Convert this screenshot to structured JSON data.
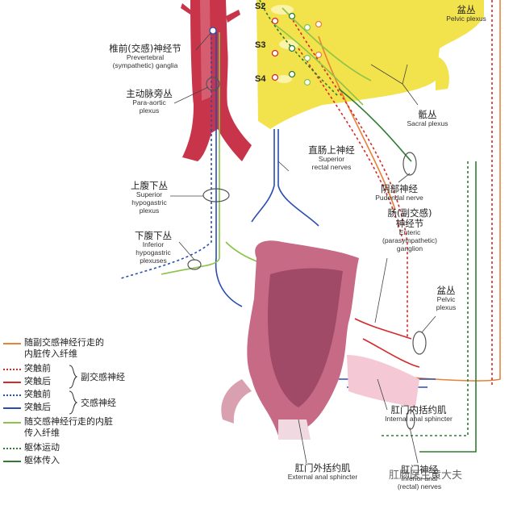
{
  "spinal_segments": [
    "S2",
    "S3",
    "S4"
  ],
  "labels": {
    "pelvic_plexus_top": {
      "cn": "盆丛",
      "en": "Pelvic plexus"
    },
    "prevertebral_ganglia": {
      "cn": "椎前(交感)神经节",
      "en1": "Prevertebral",
      "en2": "(sympathetic) ganglia"
    },
    "para_aortic_plexus": {
      "cn": "主动脉旁丛",
      "en1": "Para-aortic",
      "en2": "plexus"
    },
    "sacral_plexus": {
      "cn": "骶丛",
      "en": "Sacral plexus"
    },
    "superior_rectal_nerves": {
      "cn": "直肠上神经",
      "en1": "Superior",
      "en2": "rectal nerves"
    },
    "pudendal_nerve": {
      "cn": "阴部神经",
      "en": "Pudendal nerve"
    },
    "superior_hypogastric_plexus": {
      "cn": "上腹下丛",
      "en1": "Superior",
      "en2": "hypogastric",
      "en3": "plexus"
    },
    "enteric_ganglion": {
      "cn1": "肠(副交感)",
      "cn2": "神经节",
      "en1": "Enteric",
      "en2": "(parasympathetic)",
      "en3": "ganglion"
    },
    "inferior_hypogastric_plexuses": {
      "cn": "下腹下丛",
      "en1": "Inferior",
      "en2": "hypogastric",
      "en3": "plexuses"
    },
    "pelvic_plexus_right": {
      "cn": "盆丛",
      "en1": "Pelvic",
      "en2": "plexus"
    },
    "internal_anal_sphincter": {
      "cn": "肛门内括约肌",
      "en": "Internal anal sphincter"
    },
    "external_anal_sphincter": {
      "cn": "肛门外括约肌",
      "en": "External anal sphincter"
    },
    "inferior_anal_nerves": {
      "cn": "肛门神经",
      "en1": "Inferior anal",
      "en2": "(rectal) nerves"
    }
  },
  "legend": {
    "items": [
      {
        "text1": "随副交感神经行走的",
        "text2": "内脏传入纤维",
        "color": "#e8813a",
        "style": "solid"
      },
      {
        "text1": "突触前",
        "color": "#d42a2a",
        "style": "dotted"
      },
      {
        "text1": "突触后",
        "color": "#d42a2a",
        "style": "solid"
      },
      {
        "text1": "突触前",
        "color": "#2a4db0",
        "style": "dotted"
      },
      {
        "text1": "突触后",
        "color": "#2a4db0",
        "style": "solid"
      },
      {
        "text1": "随交感神经行走的内脏",
        "text2": "传入纤维",
        "color": "#8cc34a",
        "style": "solid"
      },
      {
        "text1": "躯体运动",
        "color": "#2e7d32",
        "style": "dotted"
      },
      {
        "text1": "躯体传入",
        "color": "#2e7d32",
        "style": "solid"
      }
    ],
    "brace_parasympathetic": "副交感神经",
    "brace_sympathetic": "交感神经"
  },
  "watermark": "肛肠医生黄大夫",
  "colors": {
    "sacrum": "#f2e24b",
    "aorta": "#c8344a",
    "rectum": "#c76a86",
    "orange": "#e8813a",
    "red": "#d42a2a",
    "blue": "#2a4db0",
    "lightgreen": "#8cc34a",
    "darkgreen": "#2e7d32"
  }
}
